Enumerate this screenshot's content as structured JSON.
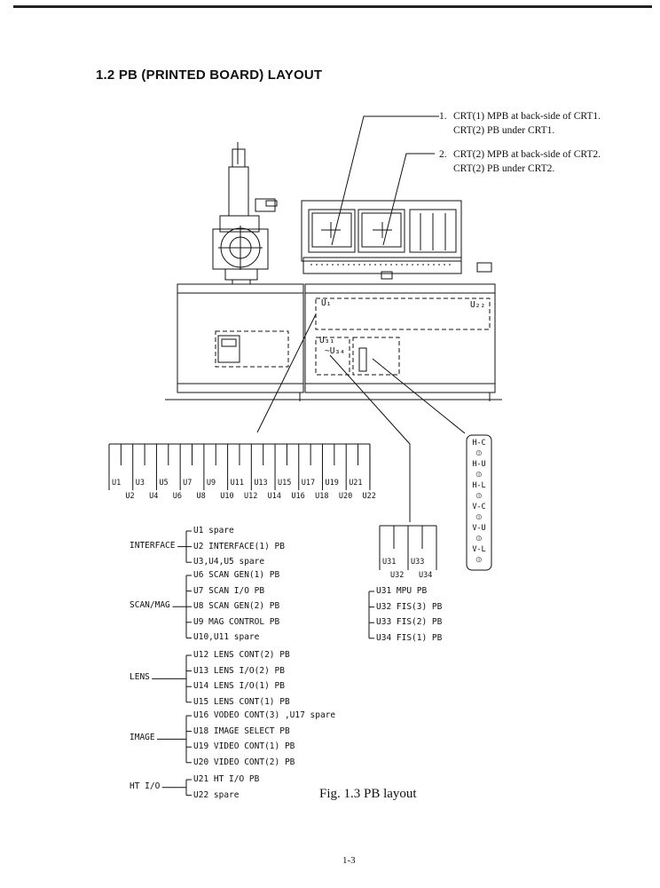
{
  "section_heading": "1.2  PB (PRINTED BOARD) LAYOUT",
  "notes": [
    {
      "num": "1.",
      "line1": "CRT(1) MPB at back-side of CRT1.",
      "line2": "CRT(2) PB under CRT1."
    },
    {
      "num": "2.",
      "line1": "CRT(2) MPB at back-side of CRT2.",
      "line2": "CRT(2) PB under CRT2."
    }
  ],
  "drawing_labels": {
    "u1": "U₁",
    "u22": "U₂₂",
    "u31": "U₃₁",
    "u34": "~U₃₄"
  },
  "slots_top": [
    "U1",
    "U3",
    "U5",
    "U7",
    "U9",
    "U11",
    "U13",
    "U15",
    "U17",
    "U19",
    "U21"
  ],
  "slots_bottom": [
    "U2",
    "U4",
    "U6",
    "U8",
    "U10",
    "U12",
    "U14",
    "U16",
    "U18",
    "U20",
    "U22"
  ],
  "slots2_top": [
    "U31",
    "U33"
  ],
  "slots2_bottom": [
    "U32",
    "U34"
  ],
  "vertical_labels": [
    "H-C",
    "H-U",
    "H-L",
    "V-C",
    "V-U",
    "V-L"
  ],
  "groups": [
    {
      "name": "INTERFACE",
      "items": [
        "U1  spare",
        "U2  INTERFACE(1) PB",
        "U3,U4,U5  spare"
      ]
    },
    {
      "name": "SCAN/MAG",
      "items": [
        "U6  SCAN GEN(1) PB",
        "U7  SCAN I/O PB",
        "U8  SCAN GEN(2) PB",
        "U9  MAG CONTROL PB",
        "U10,U11  spare"
      ]
    },
    {
      "name": "LENS",
      "items": [
        "U12  LENS CONT(2) PB",
        "U13  LENS I/O(2) PB",
        "U14  LENS I/O(1) PB",
        "U15  LENS CONT(1) PB"
      ]
    },
    {
      "name": "IMAGE",
      "items": [
        "U16  VODEO CONT(3) ,U17  spare",
        "U18  IMAGE SELECT PB",
        "U19  VIDEO CONT(1) PB",
        "U20  VIDEO CONT(2) PB"
      ]
    },
    {
      "name": "HT I/O",
      "items": [
        "U21  HT I/O PB",
        "U22  spare"
      ]
    }
  ],
  "right_list": [
    "U31  MPU PB",
    "U32  FIS(3) PB",
    "U33  FIS(2) PB",
    "U34  FIS(1) PB"
  ],
  "caption": "Fig. 1.3  PB layout",
  "page_number": "1-3"
}
